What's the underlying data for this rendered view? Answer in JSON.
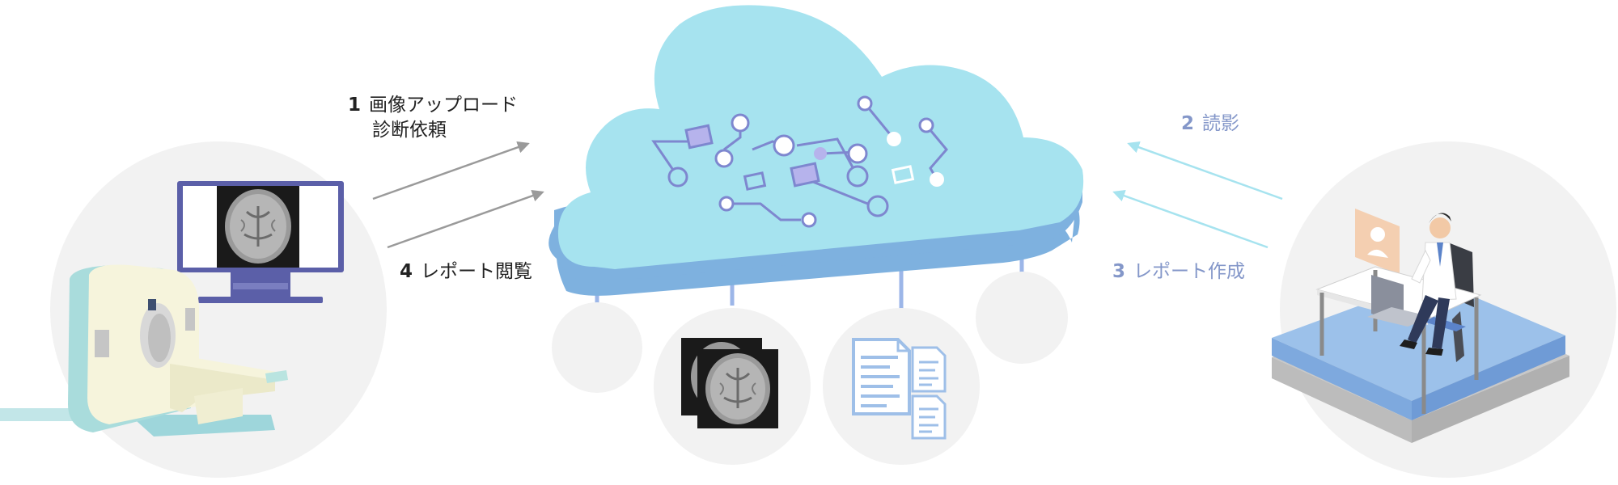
{
  "steps": {
    "upload": {
      "number": "1",
      "line1": "画像アップロード",
      "line2": "診断依頼"
    },
    "reading": {
      "number": "2",
      "text": "読影"
    },
    "create": {
      "number": "3",
      "text": "レポート作成"
    },
    "view": {
      "number": "4",
      "text": "レポート閲覧"
    }
  },
  "colors": {
    "cloud_top": "#a6e3ef",
    "cloud_side": "#7eb1df",
    "circuit": "#7e87cf",
    "grey_circle": "#f2f2f2",
    "arrow_left": "#9a9a9a",
    "arrow_right": "#a6e3ef",
    "monitor_frame": "#5b5fa8",
    "platform": "#9cc1ea",
    "doc_blue": "#9ebfe8",
    "label_right": "#8497c9"
  },
  "icons": [
    "ct-scanner-icon",
    "monitor-icon",
    "brain-scan-icon",
    "cloud-icon",
    "document-icon",
    "doctor-desk-icon"
  ]
}
